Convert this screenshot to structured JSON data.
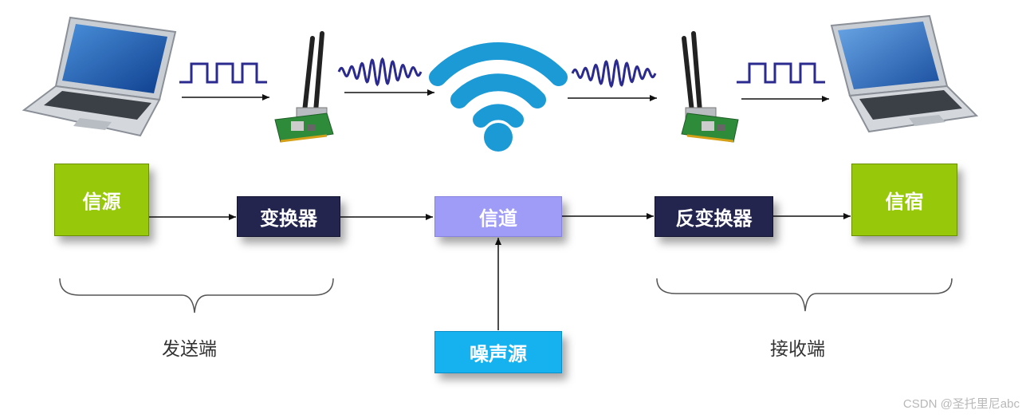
{
  "boxes": {
    "source": "信源",
    "transformer": "变换器",
    "channel": "信道",
    "inverse_transformer": "反变换器",
    "sink": "信宿",
    "noise_source": "噪声源"
  },
  "braces": {
    "sender": "发送端",
    "receiver": "接收端"
  },
  "watermark": "CSDN @圣托里尼abc",
  "colors": {
    "green": "#97c80a",
    "navy": "#24254f",
    "lavender": "#9f9cf7",
    "cyan": "#16b2f0",
    "signal": "#2b2a8f",
    "wifi": "#1c9ad6"
  },
  "icons": [
    "laptop-icon",
    "wireless-card-icon",
    "square-wave-icon",
    "sine-wave-icon",
    "wifi-icon"
  ]
}
